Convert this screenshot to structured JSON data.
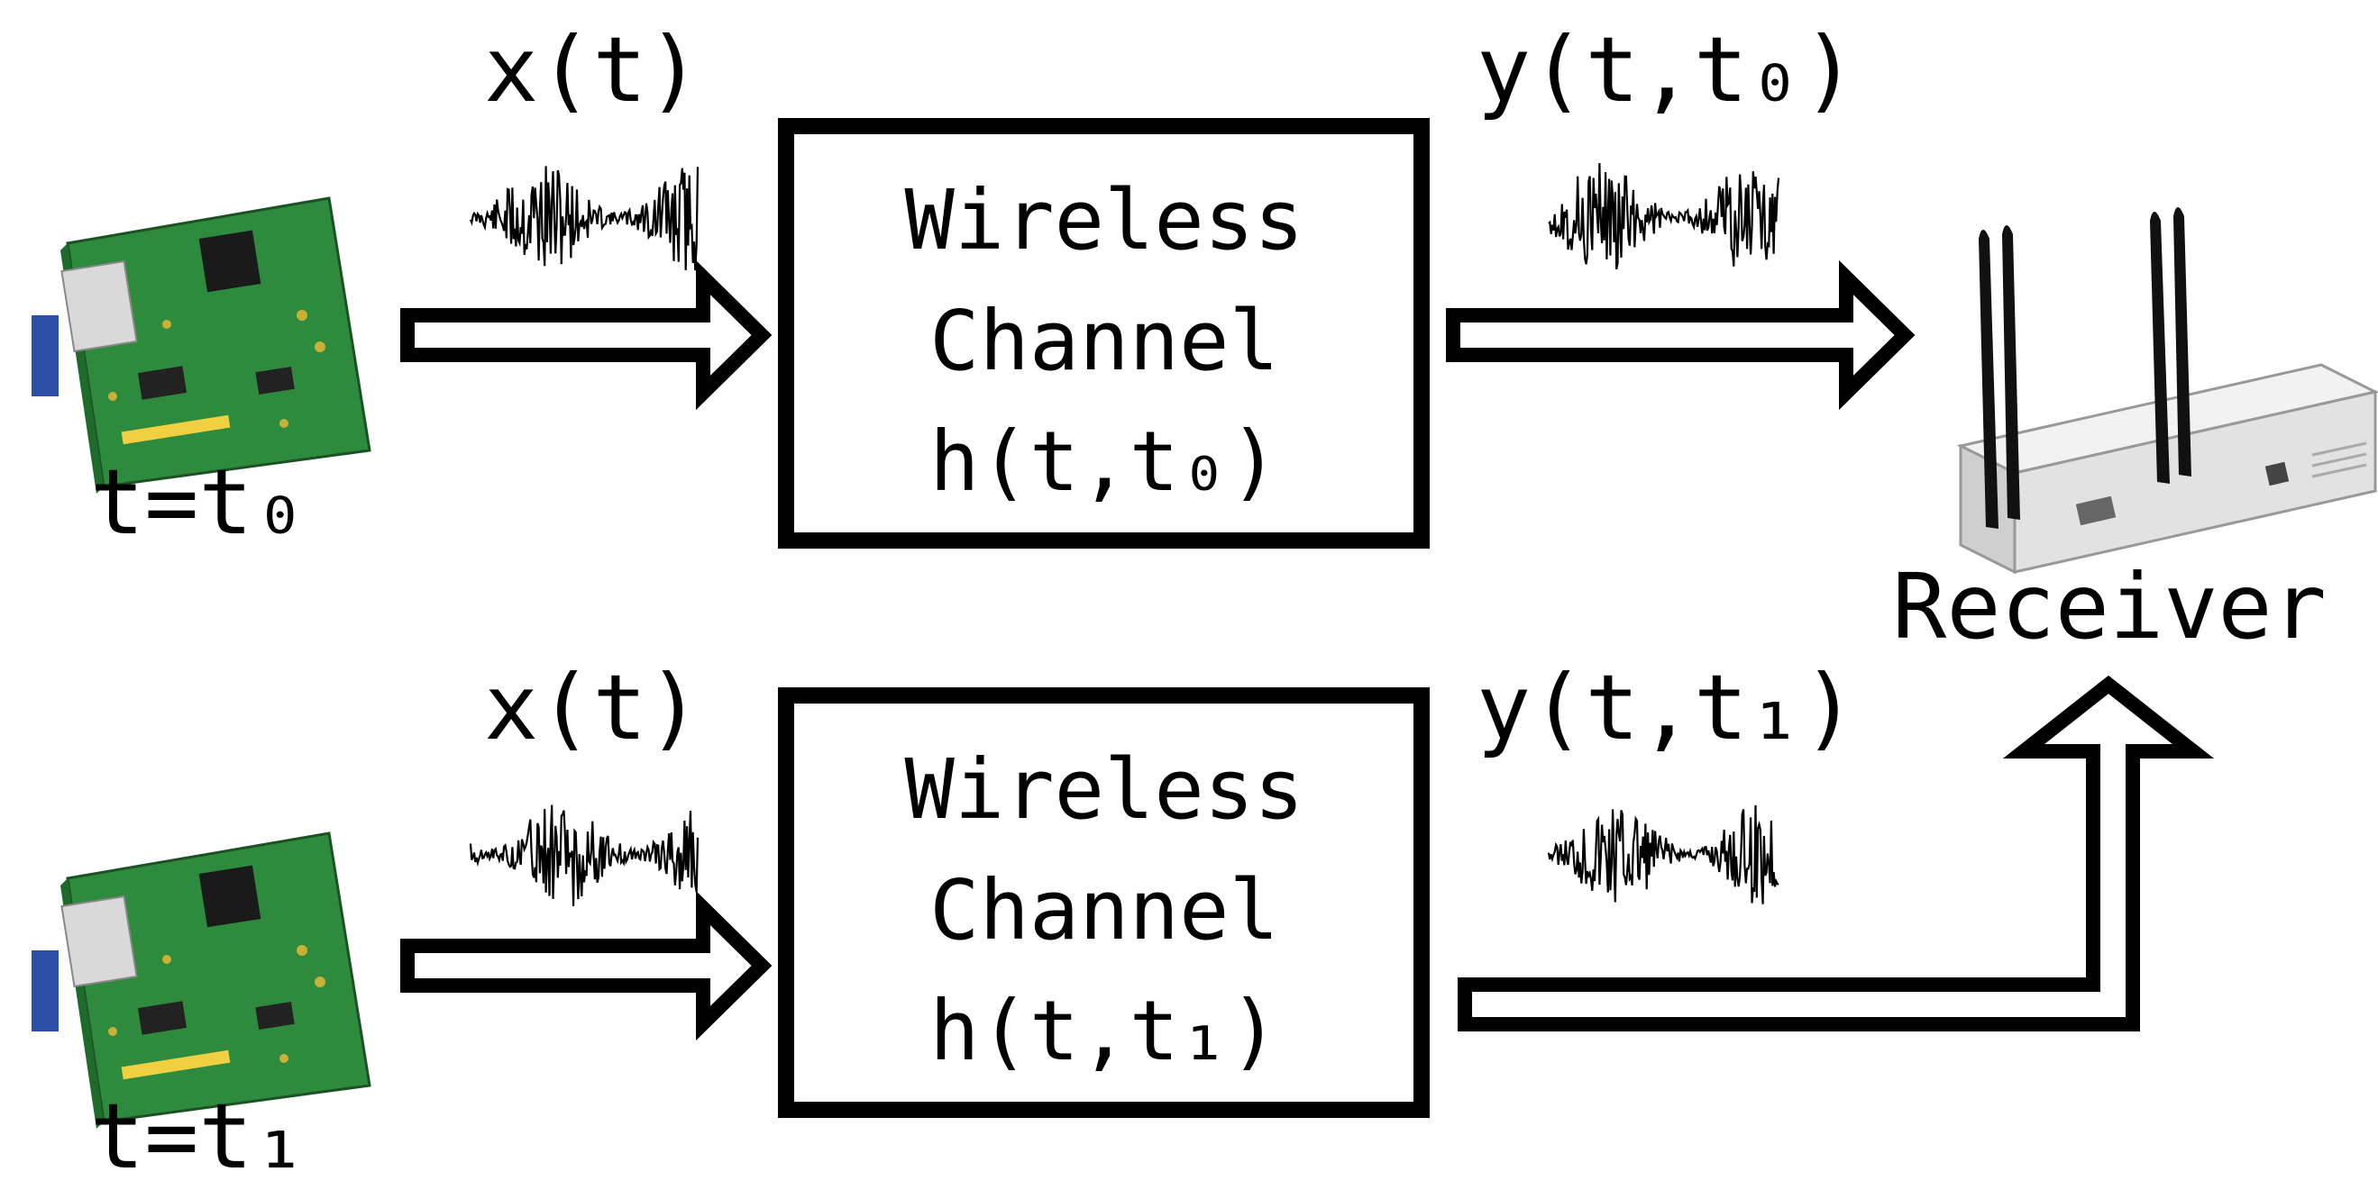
{
  "top_row": {
    "time_label": "t=t₀",
    "input_signal_label": "x(t)",
    "channel": {
      "line1": "Wireless",
      "line2": "Channel",
      "line3": "h(t,t₀)"
    },
    "output_signal_label": "y(t,t₀)"
  },
  "bottom_row": {
    "time_label": "t=t₁",
    "input_signal_label": "x(t)",
    "channel": {
      "line1": "Wireless",
      "line2": "Channel",
      "line3": "h(t,t₁)"
    },
    "output_signal_label": "y(t,t₁)"
  },
  "receiver": {
    "label": "Receiver"
  },
  "icons": {
    "transmitter": "circuit-board-icon",
    "receiver": "router-with-antennas-icon",
    "signal": "noise-waveform-icon"
  },
  "colors": {
    "stroke": "#000000",
    "board_green": "#2e8b3e",
    "board_dark": "#1f6b2c",
    "router_body": "#e6e6e6"
  }
}
